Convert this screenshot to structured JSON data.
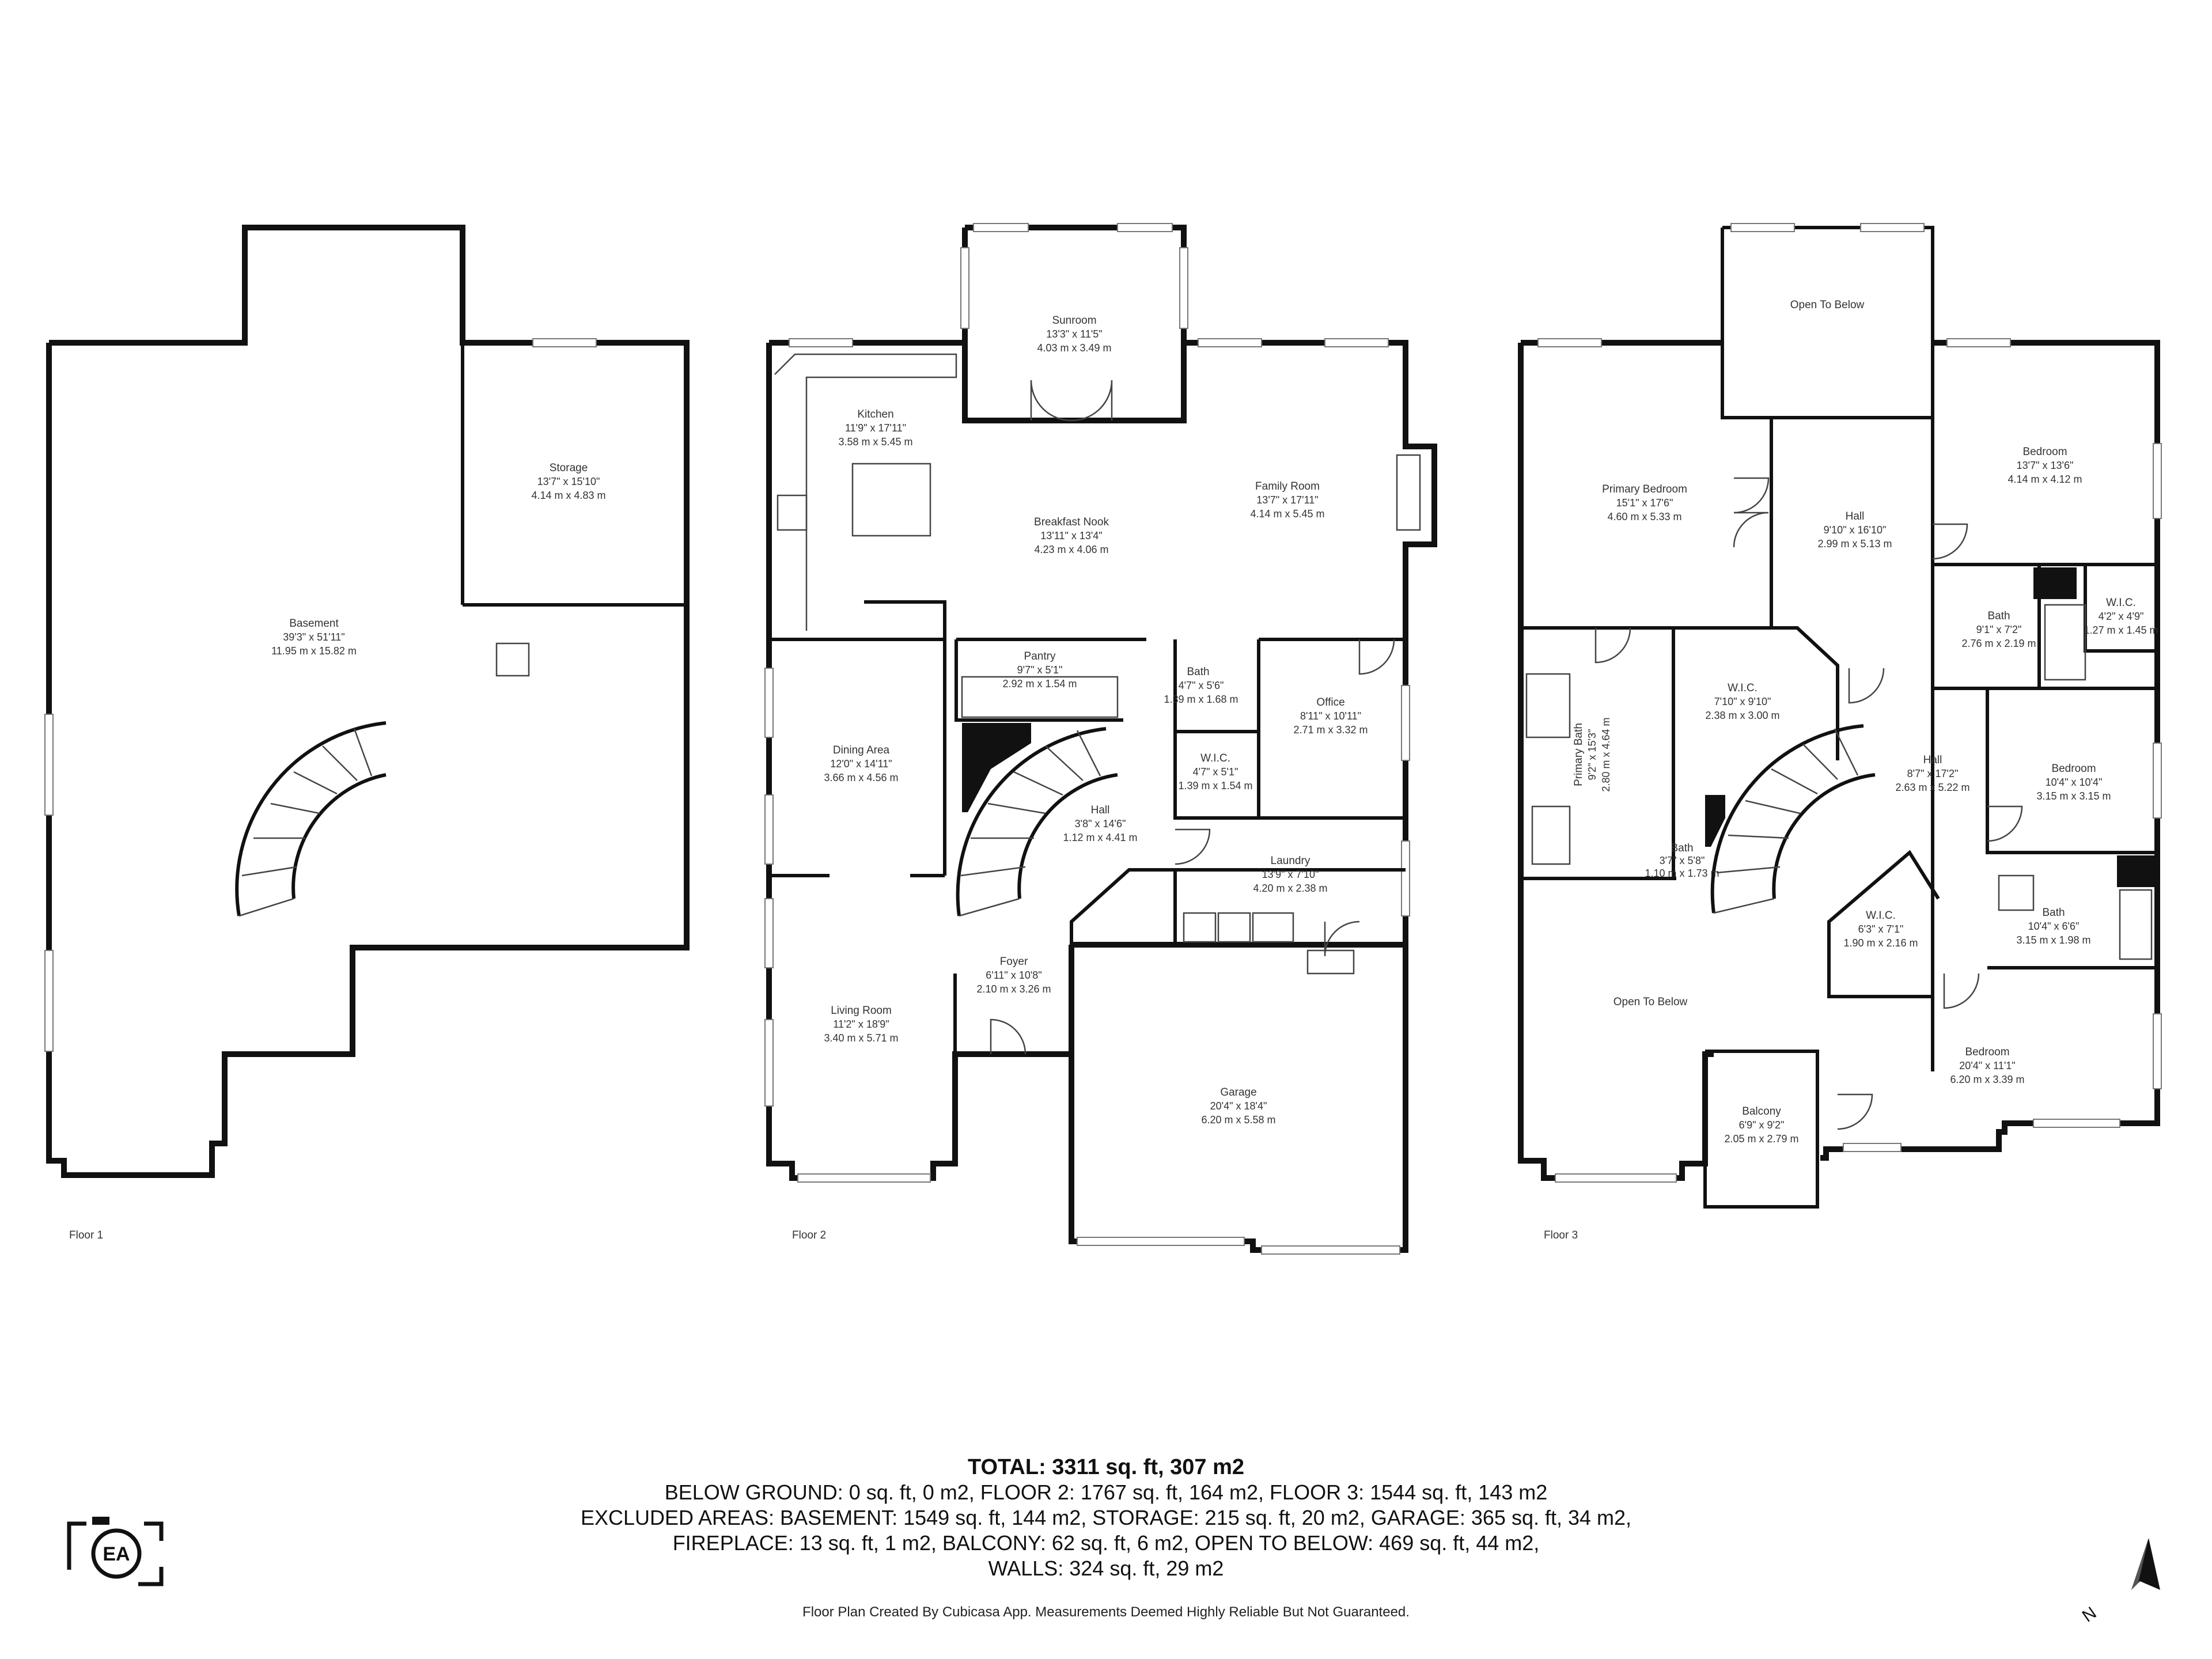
{
  "floors": [
    {
      "label": "Floor 1",
      "rooms": [
        {
          "name": "Storage",
          "dim_imperial": "13'7\" x 15'10\"",
          "dim_metric": "4.14 m x 4.83 m"
        },
        {
          "name": "Basement",
          "dim_imperial": "39'3\" x 51'11\"",
          "dim_metric": "11.95 m x 15.82 m"
        }
      ]
    },
    {
      "label": "Floor 2",
      "rooms": [
        {
          "name": "Sunroom",
          "dim_imperial": "13'3\" x 11'5\"",
          "dim_metric": "4.03 m x 3.49 m"
        },
        {
          "name": "Kitchen",
          "dim_imperial": "11'9\" x 17'11\"",
          "dim_metric": "3.58 m x 5.45 m"
        },
        {
          "name": "Family Room",
          "dim_imperial": "13'7\" x 17'11\"",
          "dim_metric": "4.14 m x 5.45 m"
        },
        {
          "name": "Breakfast Nook",
          "dim_imperial": "13'11\" x 13'4\"",
          "dim_metric": "4.23 m x 4.06 m"
        },
        {
          "name": "Pantry",
          "dim_imperial": "9'7\" x 5'1\"",
          "dim_metric": "2.92 m x 1.54 m"
        },
        {
          "name": "Bath",
          "dim_imperial": "4'7\" x 5'6\"",
          "dim_metric": "1.39 m x 1.68 m"
        },
        {
          "name": "Office",
          "dim_imperial": "8'11\" x 10'11\"",
          "dim_metric": "2.71 m x 3.32 m"
        },
        {
          "name": "Dining Area",
          "dim_imperial": "12'0\" x 14'11\"",
          "dim_metric": "3.66 m x 4.56 m"
        },
        {
          "name": "W.I.C.",
          "dim_imperial": "4'7\" x 5'1\"",
          "dim_metric": "1.39 m x 1.54 m"
        },
        {
          "name": "Hall",
          "dim_imperial": "3'8\" x 14'6\"",
          "dim_metric": "1.12 m x 4.41 m"
        },
        {
          "name": "Laundry",
          "dim_imperial": "13'9\" x 7'10\"",
          "dim_metric": "4.20 m x 2.38 m"
        },
        {
          "name": "Foyer",
          "dim_imperial": "6'11\" x 10'8\"",
          "dim_metric": "2.10 m x 3.26 m"
        },
        {
          "name": "Living Room",
          "dim_imperial": "11'2\" x 18'9\"",
          "dim_metric": "3.40 m x 5.71 m"
        },
        {
          "name": "Garage",
          "dim_imperial": "20'4\" x 18'4\"",
          "dim_metric": "6.20 m x 5.58 m"
        }
      ]
    },
    {
      "label": "Floor 3",
      "rooms": [
        {
          "name": "Open To Below",
          "dim_imperial": "",
          "dim_metric": ""
        },
        {
          "name": "Primary Bedroom",
          "dim_imperial": "15'1\" x 17'6\"",
          "dim_metric": "4.60 m x 5.33 m"
        },
        {
          "name": "Bedroom",
          "dim_imperial": "13'7\" x 13'6\"",
          "dim_metric": "4.14 m x 4.12 m"
        },
        {
          "name": "Hall",
          "dim_imperial": "9'10\" x 16'10\"",
          "dim_metric": "2.99 m x 5.13 m"
        },
        {
          "name": "Bath",
          "dim_imperial": "9'1\" x 7'2\"",
          "dim_metric": "2.76 m x 2.19 m"
        },
        {
          "name": "W.I.C.",
          "dim_imperial": "4'2\" x 4'9\"",
          "dim_metric": "1.27 m x 1.45 m"
        },
        {
          "name": "W.I.C.",
          "dim_imperial": "7'10\" x 9'10\"",
          "dim_metric": "2.38 m x 3.00 m"
        },
        {
          "name": "Primary Bath",
          "dim_imperial": "9'2\" x 15'3\"",
          "dim_metric": "2.80 m x 4.64 m"
        },
        {
          "name": "Bedroom",
          "dim_imperial": "10'4\" x 10'4\"",
          "dim_metric": "3.15 m x 3.15 m"
        },
        {
          "name": "Hall",
          "dim_imperial": "8'7\" x 17'2\"",
          "dim_metric": "2.63 m x 5.22 m"
        },
        {
          "name": "Bath",
          "dim_imperial": "3'7\" x 5'8\"",
          "dim_metric": "1.10 m x 1.73 m"
        },
        {
          "name": "Bath",
          "dim_imperial": "10'4\" x 6'6\"",
          "dim_metric": "3.15 m x 1.98 m"
        },
        {
          "name": "W.I.C.",
          "dim_imperial": "6'3\" x 7'1\"",
          "dim_metric": "1.90 m x 2.16 m"
        },
        {
          "name": "Open To Below",
          "dim_imperial": "",
          "dim_metric": ""
        },
        {
          "name": "Bedroom",
          "dim_imperial": "20'4\" x 11'1\"",
          "dim_metric": "6.20 m x 3.39 m"
        },
        {
          "name": "Balcony",
          "dim_imperial": "6'9\" x 9'2\"",
          "dim_metric": "2.05 m x 2.79 m"
        }
      ]
    }
  ],
  "summary": {
    "total": "TOTAL: 3311 sq. ft, 307 m2",
    "line1": "BELOW GROUND: 0 sq. ft, 0 m2, FLOOR 2: 1767 sq. ft, 164 m2, FLOOR 3: 1544 sq. ft, 143 m2",
    "line2": "EXCLUDED AREAS: BASEMENT: 1549 sq. ft, 144 m2, STORAGE: 215 sq. ft, 20 m2, GARAGE: 365 sq. ft, 34 m2,",
    "line3": "FIREPLACE: 13 sq. ft, 1 m2, BALCONY: 62 sq. ft, 6 m2, OPEN TO BELOW: 469 sq. ft, 44 m2,",
    "line4": "WALLS: 324 sq. ft, 29 m2"
  },
  "disclaimer": "Floor Plan Created By Cubicasa App. Measurements Deemed Highly Reliable But Not Guaranteed.",
  "logo_text": "EA",
  "compass_text": "N",
  "colors": {
    "wall": "#111111",
    "text": "#333333",
    "background": "#ffffff"
  }
}
